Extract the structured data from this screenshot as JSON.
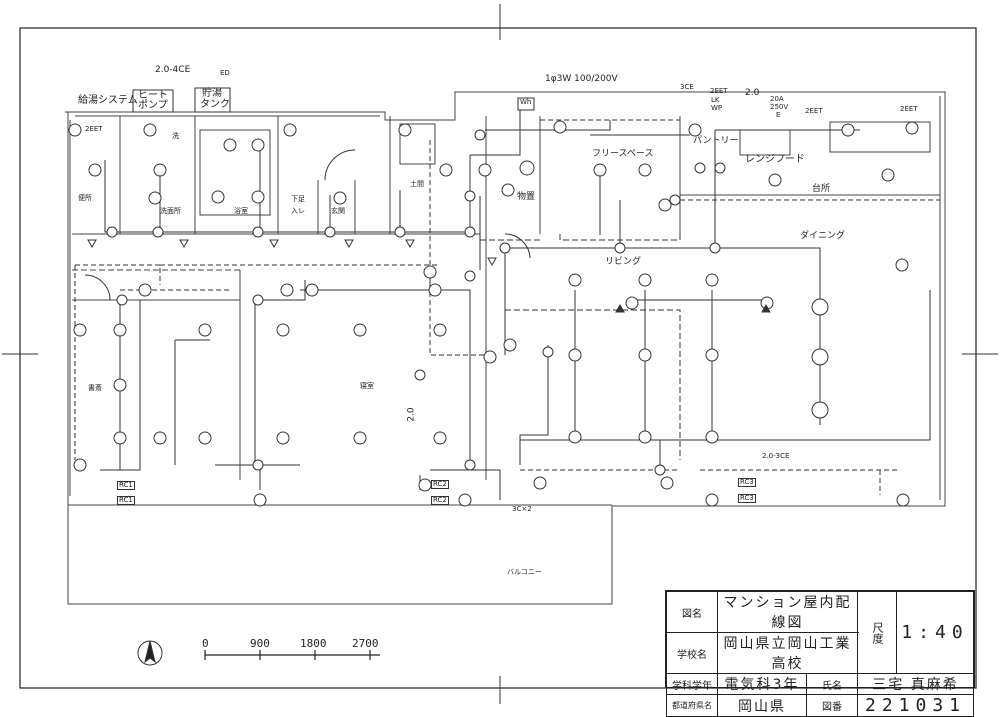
{
  "title_block": {
    "drawing_name_label": "図名",
    "drawing_name": "マンション屋内配線図",
    "scale_label": "尺度",
    "scale_value": "1:40",
    "school_label": "学校名",
    "school": "岡山県立岡山工業高校",
    "dept_label": "学科学年",
    "dept": "電気科3年",
    "name_label": "氏名",
    "name": "三宅 真麻希",
    "pref_label": "都道府県名",
    "pref": "岡山県",
    "number_label": "図番",
    "number": "221031"
  },
  "scale_bar": {
    "ticks": [
      "0",
      "900",
      "1800",
      "2700"
    ]
  },
  "annotations": {
    "hot_water": "給湯システム",
    "heat_pump_1": "ヒート",
    "heat_pump_2": "ポンプ",
    "tank_1": "貯湯",
    "tank_2": "タンク",
    "cable_top": "2.0-4CE",
    "ed": "ED",
    "supply": "1φ3W 100/200V",
    "wh": "Wh",
    "ce3": "3CE",
    "eet_a": "2EET",
    "eet_b": "2EET",
    "eet_c": "2EET",
    "eet_d": "2EET",
    "lk": "LK",
    "wp": "WP",
    "amp20": "20A",
    "v250": "250V",
    "e": "E",
    "wire20": "2.0",
    "free_space": "フリースペース",
    "pantry": "パントリー",
    "range_hood": "レンジフード",
    "kitchen": "台所",
    "dining": "ダイニング",
    "living": "リビング",
    "storage": "物置",
    "entrance": "玄関",
    "doma": "土間",
    "geta_1": "下足",
    "geta_2": "入レ",
    "bath": "浴室",
    "washroom": "洗面所",
    "toilet": "便所",
    "wash": "洗",
    "study": "書斎",
    "bedroom": "寝室",
    "balcony": "バルコニー",
    "rc1a": "RC1",
    "rc1b": "RC1",
    "rc2a": "RC2",
    "rc2b": "RC2",
    "rc3a": "RC3",
    "rc3b": "RC3",
    "c3x2": "3C×2",
    "ce30": "2.0-3CE",
    "wire20v": "2.0"
  }
}
